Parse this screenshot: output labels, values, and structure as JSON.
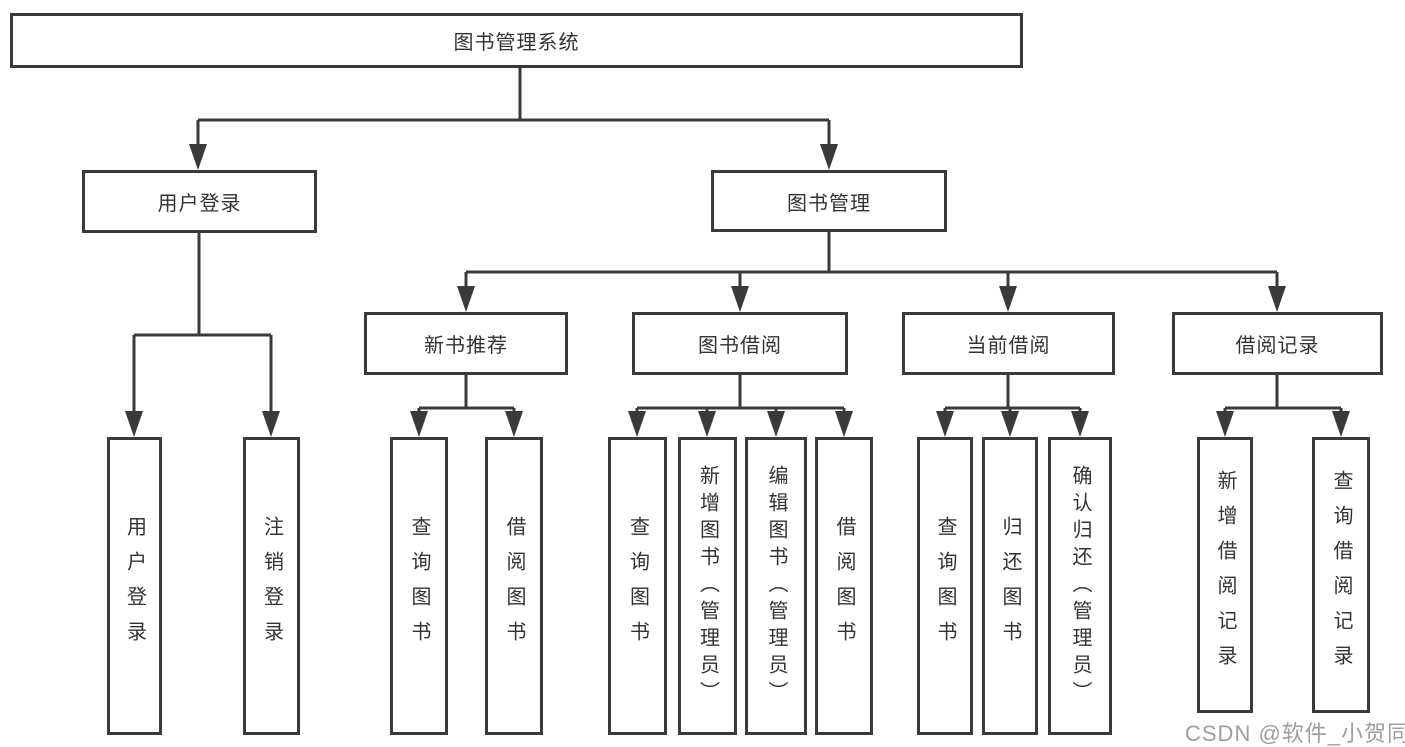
{
  "watermark": "CSDN @软件_小贺同学",
  "colors": {
    "line": "#3a3a3a",
    "box_border": "#3a3a3a",
    "text": "#333333",
    "background": "#ffffff",
    "watermark_text": "#9e9e9e"
  },
  "tree": {
    "root": {
      "label": "图书管理系统",
      "children": [
        {
          "label": "用户登录",
          "children": [
            {
              "label": "用户登录"
            },
            {
              "label": "注销登录"
            }
          ]
        },
        {
          "label": "图书管理",
          "children": [
            {
              "label": "新书推荐",
              "children": [
                {
                  "label": "查询图书"
                },
                {
                  "label": "借阅图书"
                }
              ]
            },
            {
              "label": "图书借阅",
              "children": [
                {
                  "label": "查询图书"
                },
                {
                  "label": "新增图书（管理员）"
                },
                {
                  "label": "编辑图书（管理员）"
                },
                {
                  "label": "借阅图书"
                }
              ]
            },
            {
              "label": "当前借阅",
              "children": [
                {
                  "label": "查询图书"
                },
                {
                  "label": "归还图书"
                },
                {
                  "label": "确认归还（管理员）"
                }
              ]
            },
            {
              "label": "借阅记录",
              "children": [
                {
                  "label": "新增借阅记录"
                },
                {
                  "label": "查询借阅记录"
                }
              ]
            }
          ]
        }
      ]
    }
  }
}
